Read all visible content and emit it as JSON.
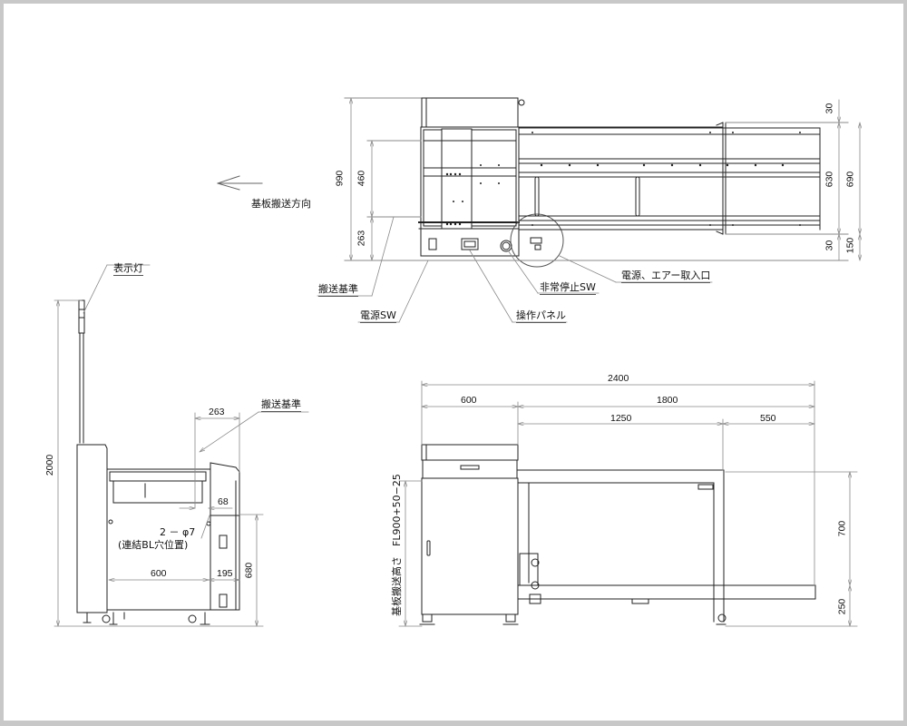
{
  "drawing": {
    "title": "Conveyor unit outline drawing",
    "colors": {
      "line": "#222222",
      "dim_line": "#888888",
      "frame": "#c8c8c8",
      "background": "#ffffff"
    }
  },
  "top_view": {
    "direction_arrow_icon": "arrow-left-icon",
    "direction_label": "基板搬送方向",
    "dims": {
      "overall_depth": "990",
      "rail_width": "460",
      "ref_offset": "263",
      "top_margin": "30",
      "ext_width": "630",
      "ext_overall": "690",
      "bottom_margin": "30",
      "bottom_ext": "150"
    },
    "callouts": {
      "transfer_reference": "搬送基準",
      "power_switch": "電源SW",
      "operation_panel": "操作パネル",
      "emergency_stop": "非常停止SW",
      "power_air_inlet": "電源、エアー取入口"
    }
  },
  "side_view": {
    "callouts": {
      "signal_tower": "表示灯",
      "transfer_reference": "搬送基準",
      "hole_spec": "2 － φ7",
      "hole_note": "(連結BL穴位置)"
    },
    "dims": {
      "overall_height": "2000",
      "ref_offset": "263",
      "offset_68": "68",
      "width_600": "600",
      "width_195": "195",
      "height_680": "680"
    }
  },
  "front_view": {
    "dims": {
      "overall_length": "2400",
      "section_600": "600",
      "section_1800": "1800",
      "section_1250": "1250",
      "section_550": "550",
      "height_700": "700",
      "height_250": "250"
    },
    "height_label": "基板搬送高さ　FL900+50−25"
  }
}
